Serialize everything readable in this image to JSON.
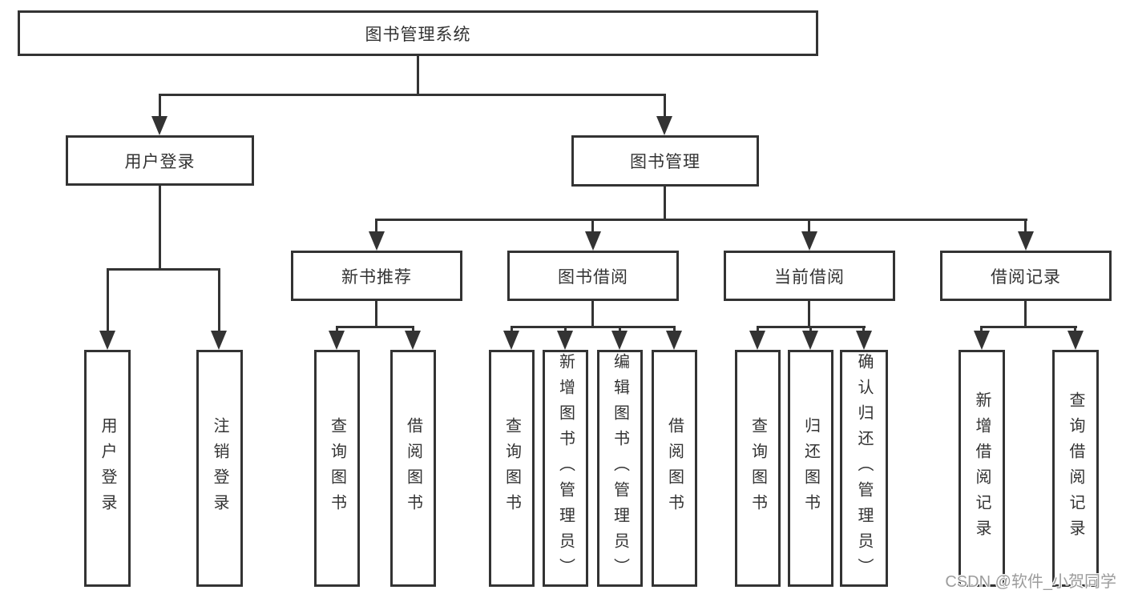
{
  "nodes": {
    "root": {
      "label": "图书管理系统"
    },
    "level2": [
      {
        "label": "用户登录"
      },
      {
        "label": "图书管理"
      }
    ],
    "level3": [
      {
        "label": "新书推荐"
      },
      {
        "label": "图书借阅"
      },
      {
        "label": "当前借阅"
      },
      {
        "label": "借阅记录"
      }
    ],
    "leaves": [
      {
        "label": "用户登录"
      },
      {
        "label": "注销登录"
      },
      {
        "label": "查询图书"
      },
      {
        "label": "借阅图书"
      },
      {
        "label": "查询图书"
      },
      {
        "label": "新增图书（管理员）"
      },
      {
        "label": "编辑图书（管理员）"
      },
      {
        "label": "借阅图书"
      },
      {
        "label": "查询图书"
      },
      {
        "label": "归还图书"
      },
      {
        "label": "确认归还（管理员）"
      },
      {
        "label": "新增借阅记录"
      },
      {
        "label": "查询借阅记录"
      }
    ]
  },
  "watermark": "CSDN @软件_小贺同学",
  "colors": {
    "line": "#333333",
    "text": "#333333",
    "watermark": "#9c9c9c",
    "background": "#ffffff"
  }
}
